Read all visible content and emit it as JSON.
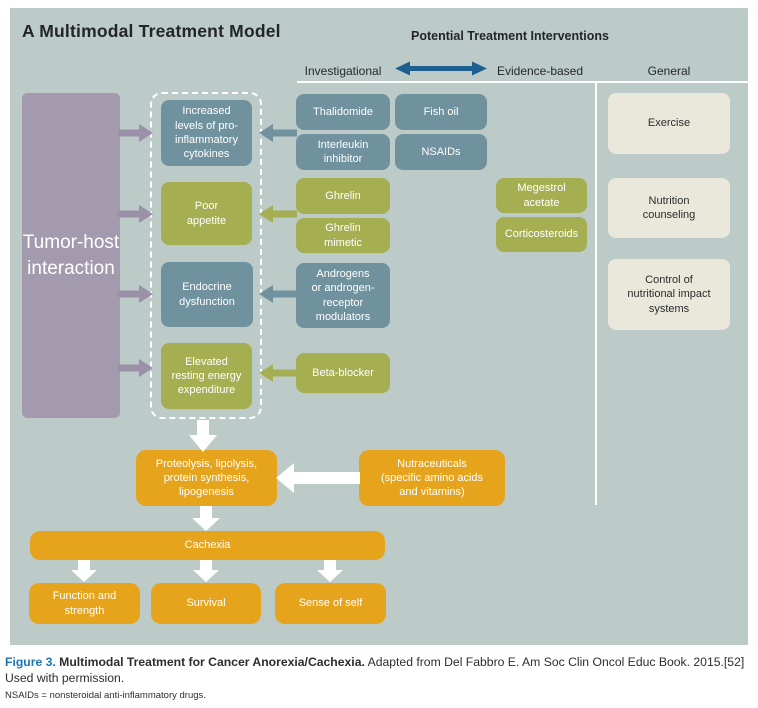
{
  "title": "A Multimodal Treatment Model",
  "header": {
    "title": "Potential Treatment Interventions",
    "investigational": "Investigational",
    "evidence_based": "Evidence-based",
    "general": "General"
  },
  "tumor_host": "Tumor-host\ninteraction",
  "mediators": [
    {
      "label": "Increased\nlevels of pro-\ninflammatory\ncytokines"
    },
    {
      "label": "Poor\nappetite"
    },
    {
      "label": "Endocrine\ndysfunction"
    },
    {
      "label": "Elevated\nresting energy\nexpenditure"
    }
  ],
  "investigational": [
    {
      "label": "Thalidomide"
    },
    {
      "label": "Interleukin\ninhibitor"
    },
    {
      "label": "Ghrelin"
    },
    {
      "label": "Ghrelin\nmimetic"
    },
    {
      "label": "Androgens\nor androgen-\nreceptor\nmodulators"
    },
    {
      "label": "Beta-blocker"
    }
  ],
  "evidence_based": [
    {
      "label": "Fish oil"
    },
    {
      "label": "NSAIDs"
    },
    {
      "label": "Megestrol\nacetate"
    },
    {
      "label": "Corticosteroids"
    }
  ],
  "general": [
    {
      "label": "Exercise"
    },
    {
      "label": "Nutrition\ncounseling"
    },
    {
      "label": "Control of\nnutritional impact\nsystems"
    }
  ],
  "downstream": {
    "metabolic": "Proteolysis, lipolysis,\nprotein synthesis,\nlipogenesis",
    "nutraceuticals": "Nutraceuticals\n(specific amino acids\nand vitamins)",
    "cachexia": "Cachexia",
    "outcomes": [
      {
        "label": "Function and\nstrength"
      },
      {
        "label": "Survival"
      },
      {
        "label": "Sense of self"
      }
    ]
  },
  "caption": {
    "figure_label": "Figure 3.",
    "bold_title": " Multimodal Treatment for Cancer Anorexia/Cachexia.",
    "rest": " Adapted from Del Fabbro E. Am Soc Clin Oncol Educ Book. 2015.[52] Used with permission."
  },
  "footnote": "NSAIDs = nonsteroidal anti-inflammatory drugs.",
  "colors": {
    "background": "#bccbc8",
    "purple": "#a39aae",
    "purple_arrow": "#9a90a8",
    "teal": "#70929f",
    "olive": "#a6ae52",
    "cream": "#e9e8da",
    "orange": "#e6a41c",
    "header_arrow_blue": "#1d608f",
    "figure_label_blue": "#1b75bb"
  }
}
